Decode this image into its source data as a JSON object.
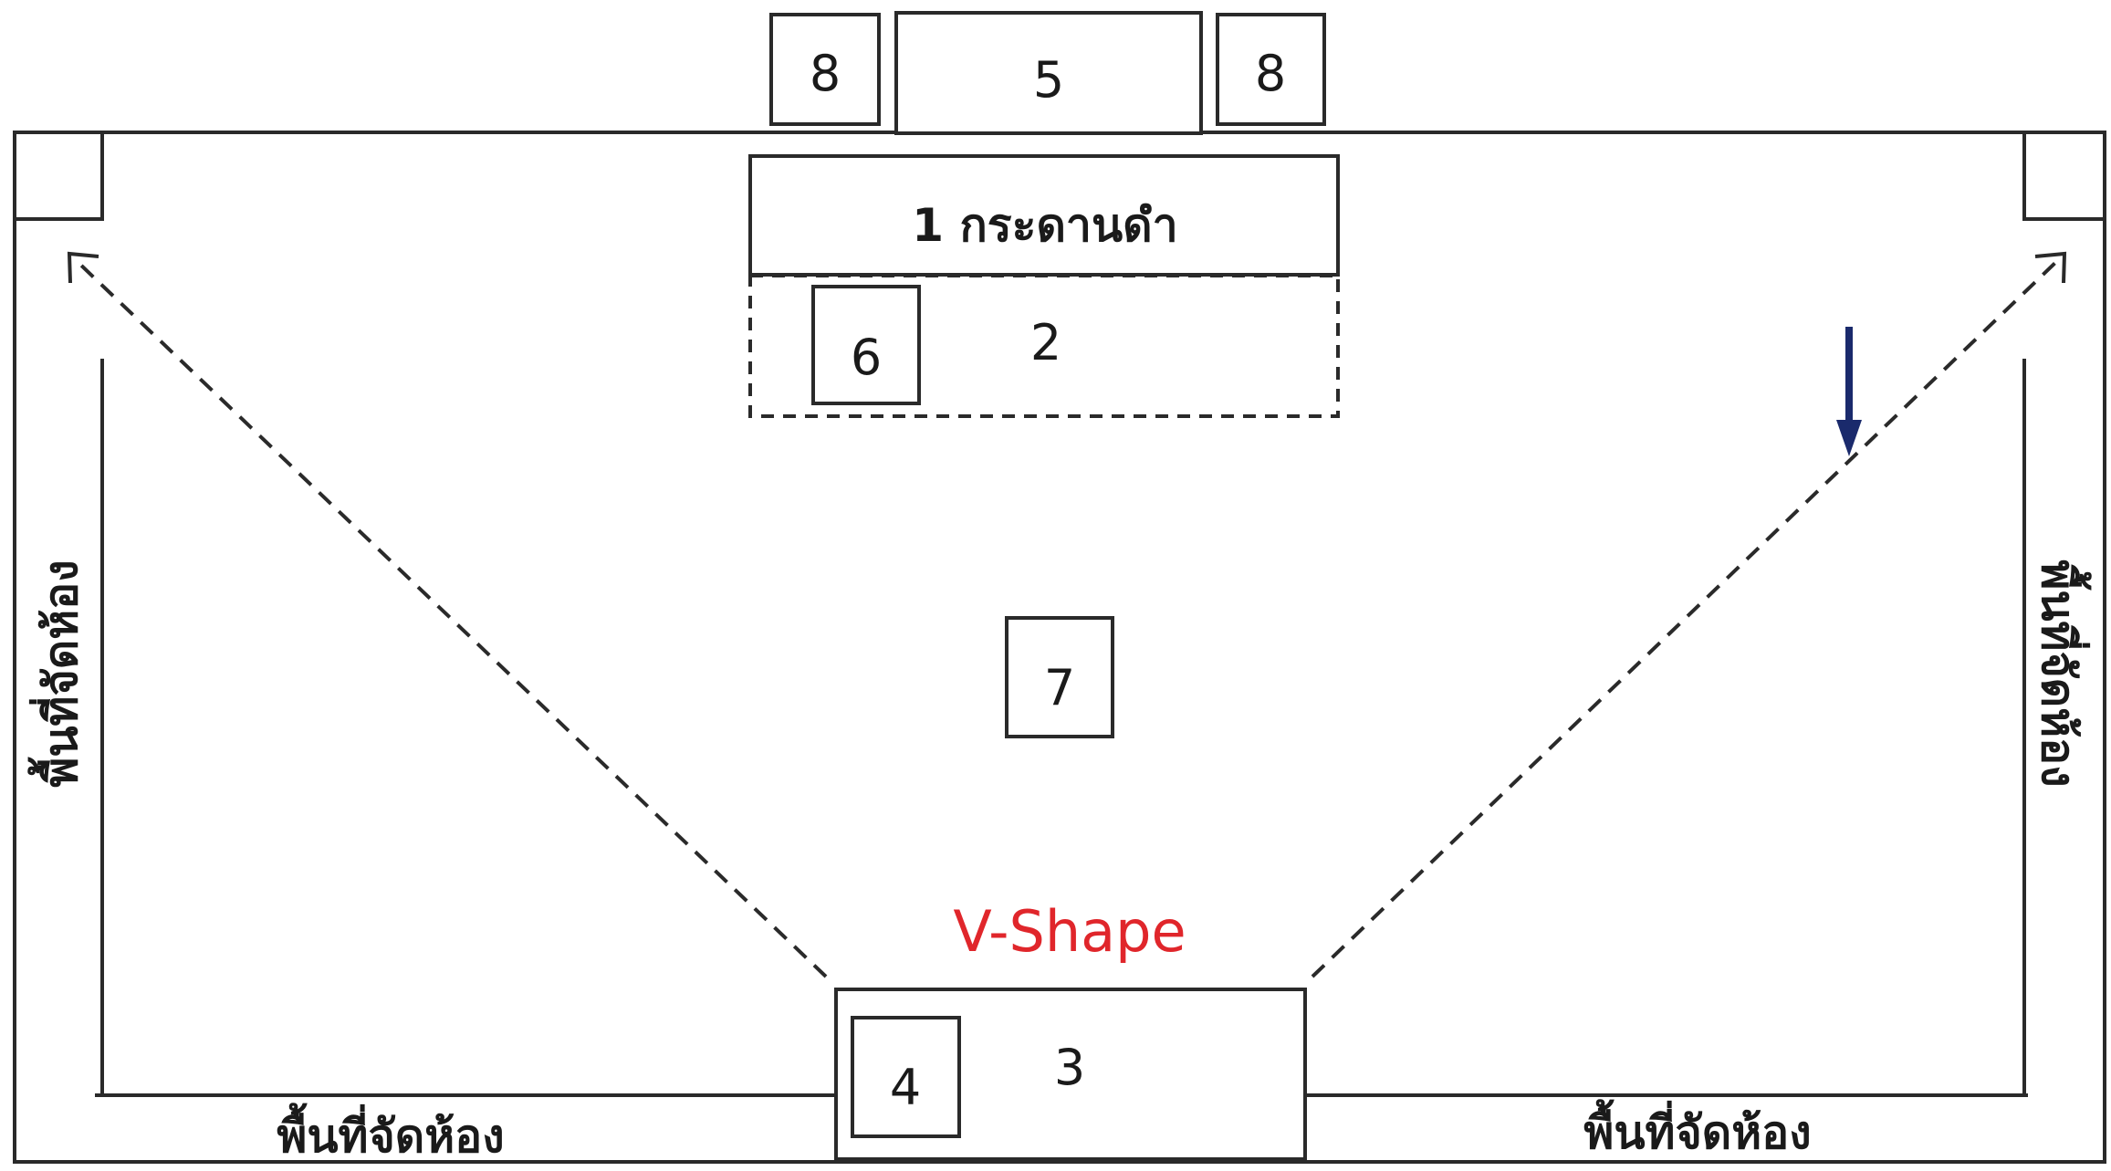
{
  "colors": {
    "line": "#2a2a2a",
    "accent": "#e0262b",
    "arrow": "#1a2a6c"
  },
  "labels": {
    "title": "V-Shape",
    "blackboard": "1 กระดานดำ",
    "front_zone": "2",
    "back_zone": "3",
    "teacher_back_desk": "4",
    "door": "5",
    "teacher_front_desk": "6",
    "center_box": "7",
    "side_box_left": "8",
    "side_box_right": "8",
    "area_left": "พื้นที่จัดห้อง",
    "area_right": "พื้นที่จัดห้อง",
    "area_bottom_left": "พื้นที่จัดห้อง",
    "area_bottom_right": "พื้นที่จัดห้อง"
  }
}
